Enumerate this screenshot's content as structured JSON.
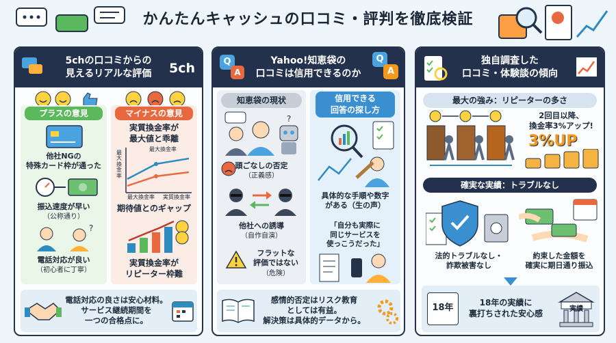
{
  "title": "かんたんキャッシュの口コミ・評判を徹底検証",
  "panel1": {
    "heading_l1": "5chの口コミからの",
    "heading_l2": "見えるリアルな評価",
    "badge": "5ch",
    "plus_label": "プラスの意見",
    "minus_label": "マイナスの意見",
    "plus_items": [
      {
        "l1": "他社NGの",
        "l2": "特殊カード枠が通った"
      },
      {
        "l1": "振込速度が早い",
        "l2": "（公称通り）"
      },
      {
        "l1": "電話対応が良い",
        "l2": "（初心者に丁寧）"
      }
    ],
    "minus_items": [
      {
        "l1": "実質換金率が",
        "l2": "最大値と乖離"
      },
      {
        "l1": "期待値とのギャップ",
        "l2": ""
      },
      {
        "l1": "実質換金率が",
        "l2": "リピーター枠難"
      }
    ],
    "chart_ylabel": "最大換金率",
    "chart_top_label": "最大換金率",
    "chart_x1": "最大換金率",
    "chart_x2": "実質換金率",
    "footer_l1": "電話対応の良さは安心材料。",
    "footer_l2": "サービス継続期間を",
    "footer_l3": "一つの合格点に。"
  },
  "panel2": {
    "heading_l1": "Yahoo!知恵袋の",
    "heading_l2": "口コミは信用できるのか",
    "q_badge": "Q",
    "a_badge": "A",
    "left_label": "知恵袋の現状",
    "right_label_l1": "信用できる",
    "right_label_l2": "回答の探し方",
    "left_items": [
      {
        "l1": "頭ごなしの否定",
        "l2": "（正義感）"
      },
      {
        "l1": "他社への誘導",
        "l2": "（自作自演）"
      },
      {
        "l1": "フラットな",
        "l2": "評価ではない",
        "l3": "（危険）"
      }
    ],
    "right_items": [
      {
        "l1": "具体的な手順や数字",
        "l2": "がある（生の声）"
      },
      {
        "l1": "「自分も実際に",
        "l2": "同じサービスを",
        "l3": "使っこうだった」"
      }
    ],
    "footer_l1": "感情的否定はリスク教育",
    "footer_l2": "としては有益。",
    "footer_l3": "解決策は具体的データから。"
  },
  "panel3": {
    "heading_l1": "独自調査した",
    "heading_l2": "口コミ・体験談の傾向",
    "strength_label": "最大の強み：リピーターの多さ",
    "strength_text_l1": "2回目以降、",
    "strength_text_l2": "換金率3%アップ!",
    "big_up": "3%UP",
    "record_label": "確実な実績：トラブルなし",
    "record_left_l1": "法的トラブルなし・",
    "record_left_l2": "詐欺被害なし",
    "record_right_l1": "約束した金額を",
    "record_right_l2": "確実に期日通り振込",
    "years_badge": "18年",
    "bank_label": "実績",
    "footer_l1": "18年の実績に",
    "footer_l2": "裏打ちされた安心感"
  },
  "colors": {
    "navy": "#23314d",
    "green": "#5cb85c",
    "orange": "#e8683f",
    "gold": "#f39a1e"
  }
}
